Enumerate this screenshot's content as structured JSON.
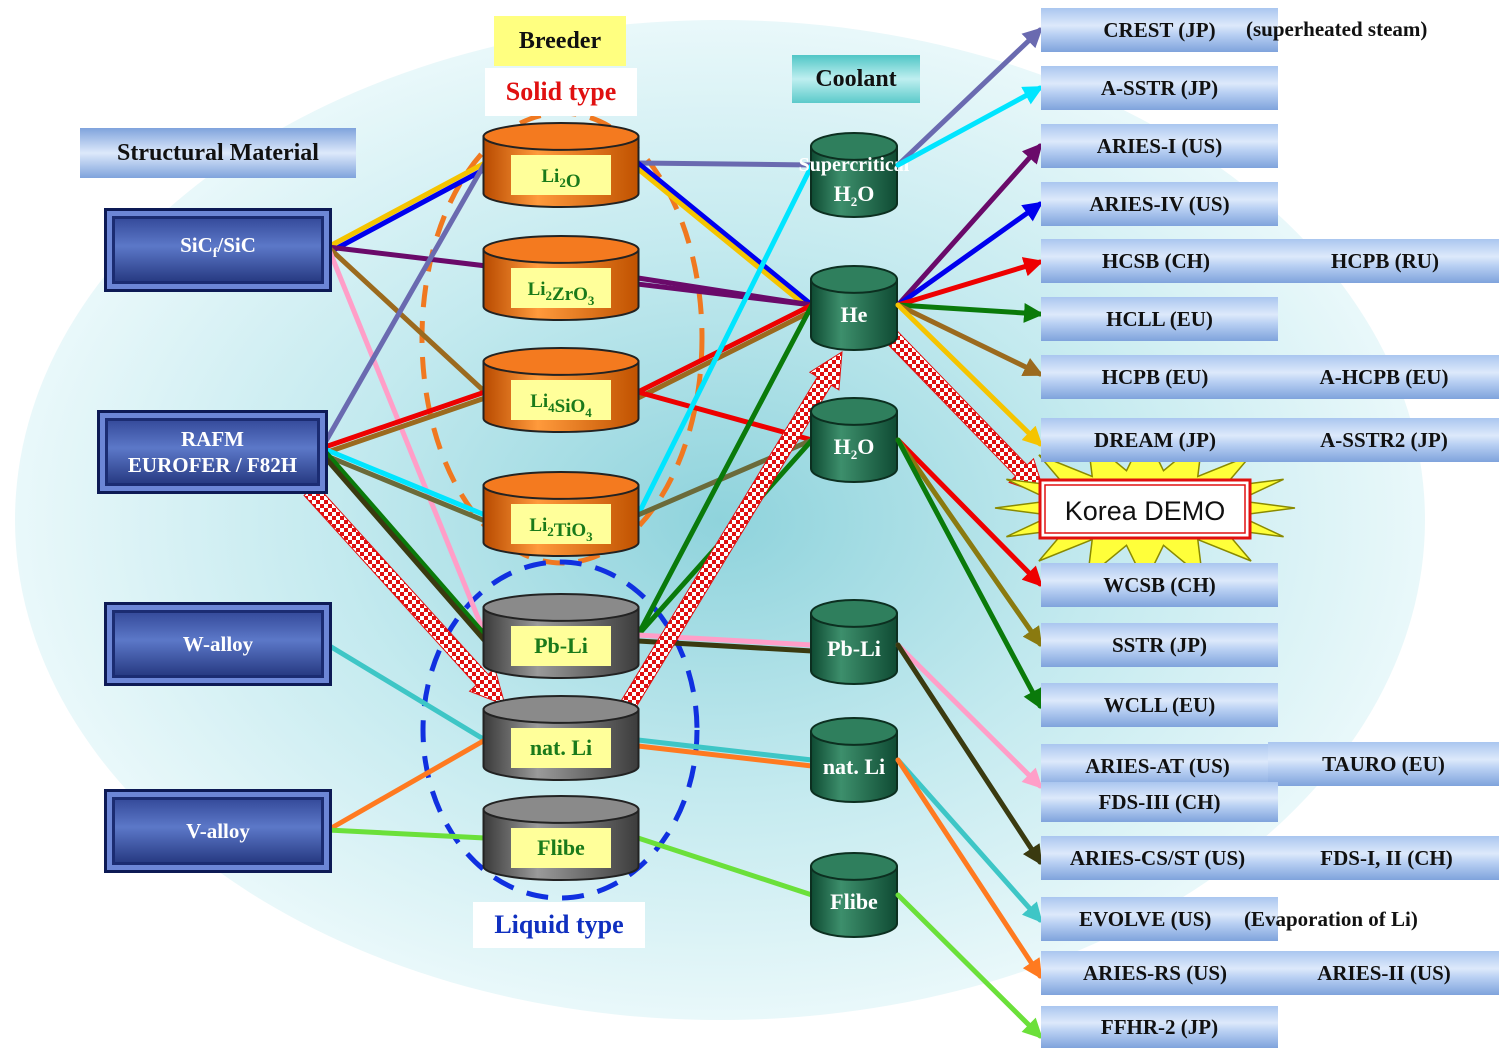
{
  "headers": {
    "structural_material": "Structural Material",
    "breeder": "Breeder",
    "coolant": "Coolant",
    "solid_type": "Solid type",
    "liquid_type": "Liquid type"
  },
  "materials": [
    {
      "id": "sic",
      "label": "SiC",
      "sub": "f",
      "suffix": "/SiC"
    },
    {
      "id": "rafm",
      "line1": "RAFM",
      "line2": "EUROFER / F82H"
    },
    {
      "id": "walloy",
      "label": "W-alloy"
    },
    {
      "id": "valloy",
      "label": "V-alloy"
    }
  ],
  "breeders": {
    "li2o": {
      "parts": [
        [
          "Li",
          ""
        ],
        [
          "2",
          "sub"
        ],
        [
          "O",
          ""
        ]
      ]
    },
    "li2zro3": {
      "parts": [
        [
          "Li",
          ""
        ],
        [
          "2",
          "sub"
        ],
        [
          "ZrO",
          ""
        ],
        [
          "3",
          "sub"
        ]
      ]
    },
    "li4sio4": {
      "parts": [
        [
          "Li",
          ""
        ],
        [
          "4",
          "sub"
        ],
        [
          "SiO",
          ""
        ],
        [
          "4",
          "sub"
        ]
      ]
    },
    "li2tio3": {
      "parts": [
        [
          "Li",
          ""
        ],
        [
          "2",
          "sub"
        ],
        [
          "TiO",
          ""
        ],
        [
          "3",
          "sub"
        ]
      ]
    },
    "pbli": {
      "parts": [
        [
          "Pb-Li",
          ""
        ]
      ]
    },
    "natli": {
      "parts": [
        [
          "nat. Li",
          ""
        ]
      ]
    },
    "flibe": {
      "parts": [
        [
          "Flibe",
          ""
        ]
      ]
    }
  },
  "coolants": {
    "sch2o": {
      "line1": "Supercritical",
      "line2": "H",
      "sub": "2",
      "suffix": "O"
    },
    "he": {
      "label": "He"
    },
    "h2o": {
      "label": "H",
      "sub": "2",
      "suffix": "O"
    },
    "pbli": {
      "label": "Pb-Li"
    },
    "natli": {
      "label": "nat. Li"
    },
    "flibe": {
      "label": "Flibe"
    }
  },
  "projects": [
    {
      "id": "crest",
      "label": "CREST (JP)",
      "note": "(superheated steam)"
    },
    {
      "id": "asstr",
      "label": "A-SSTR (JP)"
    },
    {
      "id": "aries1",
      "label": "ARIES-I (US)"
    },
    {
      "id": "aries4",
      "label": "ARIES-IV (US)"
    },
    {
      "id": "hcsb",
      "label": "HCSB (CH)",
      "extra": "HCPB (RU)"
    },
    {
      "id": "hcll",
      "label": "HCLL (EU)"
    },
    {
      "id": "hcpb",
      "label": "HCPB (EU)",
      "extra": "A-HCPB (EU)"
    },
    {
      "id": "dream",
      "label": "DREAM (JP)",
      "extra": "A-SSTR2 (JP)"
    },
    {
      "id": "wcsb",
      "label": "WCSB (CH)"
    },
    {
      "id": "sstr",
      "label": "SSTR (JP)"
    },
    {
      "id": "wcll",
      "label": "WCLL (EU)"
    },
    {
      "id": "ariesat",
      "label": "ARIES-AT (US)",
      "extra": "TAURO (EU)",
      "below": "FDS-III (CH)"
    },
    {
      "id": "ariescs",
      "label": "ARIES-CS/ST (US)",
      "extra": "FDS-I, II (CH)"
    },
    {
      "id": "evolve",
      "label": "EVOLVE (US)",
      "note": "(Evaporation of Li)"
    },
    {
      "id": "ariesrs",
      "label": "ARIES-RS (US)",
      "extra": "ARIES-II (US)"
    },
    {
      "id": "ffhr",
      "label": "FFHR-2 (JP)"
    }
  ],
  "korea_demo": "Korea DEMO",
  "colors": {
    "background_glow": "#cfeef3",
    "breeder_solid": "#f47a1f",
    "breeder_liquid": "#7a7a7a",
    "coolant": "#1e6b4c",
    "material": "#2b3f8f",
    "project": "#b9d0f3",
    "solid_outline": "#f07820",
    "liquid_outline": "#1030e0",
    "highlight": "#e01010"
  },
  "connections": [
    {
      "from": "m:sic",
      "to": "b:li2o",
      "color": "#f5c400"
    },
    {
      "from": "m:sic",
      "to": "b:li2o",
      "color": "#0000ee"
    },
    {
      "from": "m:sic",
      "to": "c:he",
      "color": "#6a0a6a"
    },
    {
      "from": "m:sic",
      "to": "b:li4sio4",
      "color": "#9b6a1e"
    },
    {
      "from": "m:sic",
      "to": "b:pbli",
      "color": "#ff9ec8"
    },
    {
      "from": "m:rafm",
      "to": "b:li2o",
      "color": "#6a6ab0"
    },
    {
      "from": "m:rafm",
      "to": "b:li4sio4",
      "color": "#ee0000"
    },
    {
      "from": "m:rafm",
      "to": "b:li4sio4",
      "color": "#9b6a1e"
    },
    {
      "from": "m:rafm",
      "to": "b:li2tio3",
      "color": "#00e5ff"
    },
    {
      "from": "m:rafm",
      "to": "b:li2tio3",
      "color": "#6b6b3a"
    },
    {
      "from": "m:rafm",
      "to": "b:pbli",
      "color": "#0a7a0a"
    },
    {
      "from": "m:rafm",
      "to": "b:pbli",
      "color": "#3a3a10"
    },
    {
      "from": "m:walloy",
      "to": "b:natli",
      "color": "#3ec6c6"
    },
    {
      "from": "m:valloy",
      "to": "b:natli",
      "color": "#ff7a20"
    },
    {
      "from": "m:valloy",
      "to": "b:flibe",
      "color": "#6be03a"
    },
    {
      "from": "b:li2o",
      "to": "c:sch2o",
      "color": "#6a6ab0"
    },
    {
      "from": "b:li2o",
      "to": "c:he",
      "color": "#0000ee"
    },
    {
      "from": "b:li2o",
      "to": "c:he",
      "color": "#f5c400"
    },
    {
      "from": "b:li2zro3",
      "to": "c:he",
      "color": "#6a0a6a"
    },
    {
      "from": "b:li4sio4",
      "to": "c:he",
      "color": "#ee0000"
    },
    {
      "from": "b:li4sio4",
      "to": "c:he",
      "color": "#9b6a1e"
    },
    {
      "from": "b:li4sio4",
      "to": "c:h2o",
      "color": "#ee0000"
    },
    {
      "from": "b:li2tio3",
      "to": "c:sch2o",
      "color": "#00e5ff"
    },
    {
      "from": "b:li2tio3",
      "to": "c:h2o",
      "color": "#6b6b3a"
    },
    {
      "from": "b:pbli",
      "to": "c:he",
      "color": "#0a7a0a"
    },
    {
      "from": "b:pbli",
      "to": "c:h2o",
      "color": "#0a7a0a"
    },
    {
      "from": "b:pbli",
      "to": "c:pbli",
      "color": "#ff9ec8"
    },
    {
      "from": "b:pbli",
      "to": "c:pbli",
      "color": "#3a3a10"
    },
    {
      "from": "b:natli",
      "to": "c:natli",
      "color": "#3ec6c6"
    },
    {
      "from": "b:natli",
      "to": "c:natli",
      "color": "#ff7a20"
    },
    {
      "from": "b:flibe",
      "to": "c:flibe",
      "color": "#6be03a"
    },
    {
      "from": "c:sch2o",
      "to": "p:crest",
      "color": "#6a6ab0"
    },
    {
      "from": "c:sch2o",
      "to": "p:asstr",
      "color": "#00e5ff"
    },
    {
      "from": "c:he",
      "to": "p:aries1",
      "color": "#6a0a6a"
    },
    {
      "from": "c:he",
      "to": "p:aries4",
      "color": "#0000ee"
    },
    {
      "from": "c:he",
      "to": "p:hcsb",
      "color": "#ee0000"
    },
    {
      "from": "c:he",
      "to": "p:hcll",
      "color": "#0a7a0a"
    },
    {
      "from": "c:he",
      "to": "p:hcpb",
      "color": "#9b6a1e"
    },
    {
      "from": "c:he",
      "to": "p:dream",
      "color": "#f5c400"
    },
    {
      "from": "c:h2o",
      "to": "p:wcsb",
      "color": "#ee0000"
    },
    {
      "from": "c:h2o",
      "to": "p:sstr",
      "color": "#8a7a10"
    },
    {
      "from": "c:h2o",
      "to": "p:wcll",
      "color": "#0a7a0a"
    },
    {
      "from": "c:pbli",
      "to": "p:ariesat",
      "color": "#ff9ec8"
    },
    {
      "from": "c:pbli",
      "to": "p:ariescs",
      "color": "#3a3a10"
    },
    {
      "from": "c:natli",
      "to": "p:evolve",
      "color": "#3ec6c6"
    },
    {
      "from": "c:natli",
      "to": "p:ariesrs",
      "color": "#ff7a20"
    },
    {
      "from": "c:flibe",
      "to": "p:ffhr",
      "color": "#6be03a"
    }
  ],
  "highlight_path": [
    "m:rafm",
    "b:natli",
    "c:he",
    "korea_demo"
  ]
}
